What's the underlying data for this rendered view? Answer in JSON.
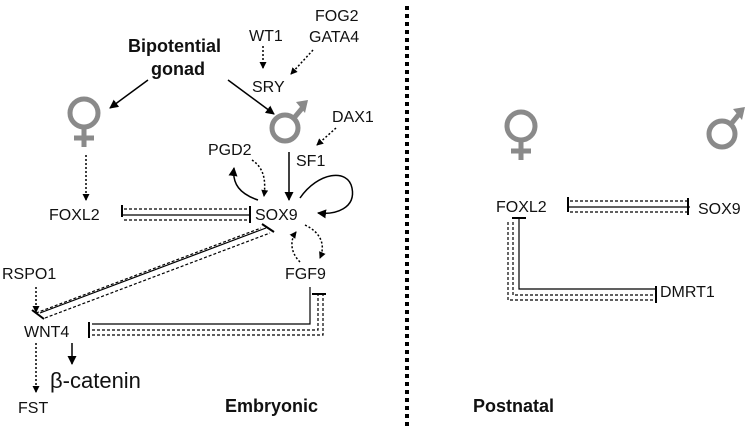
{
  "colors": {
    "symbol_gray": "#8a8a8a",
    "line": "#000000"
  },
  "labels": {
    "bipotential_line1": "Bipotential",
    "bipotential_line2": "gonad",
    "wt1": "WT1",
    "fog2": "FOG2",
    "gata4": "GATA4",
    "sry": "SRY",
    "dax1": "DAX1",
    "sf1": "SF1",
    "pgd2": "PGD2",
    "sox9": "SOX9",
    "foxl2": "FOXL2",
    "rspo1": "RSPO1",
    "fgf9": "FGF9",
    "wnt4": "WNT4",
    "beta_catenin": "β-catenin",
    "fst": "FST",
    "embryonic": "Embryonic",
    "postnatal": "Postnatal",
    "p_foxl2": "FOXL2",
    "p_sox9": "SOX9",
    "p_dmrt1": "DMRT1"
  },
  "icons": [
    "female-symbol",
    "male-symbol"
  ]
}
